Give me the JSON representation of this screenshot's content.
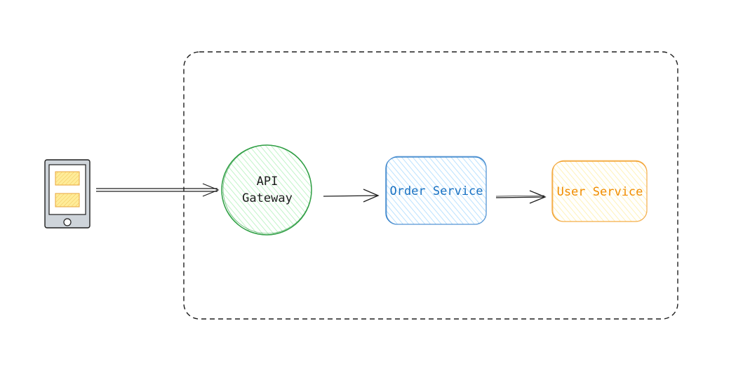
{
  "nodes": {
    "client": {
      "icon": "mobile-phone-icon"
    },
    "api_gateway": {
      "line1": "API",
      "line2": "Gateway",
      "color": "#2f9e44",
      "fill": "#b2f2bb"
    },
    "order_service": {
      "label": "Order Service",
      "color": "#1971c2",
      "fill": "#a5d8ff"
    },
    "user_service": {
      "label": "User Service",
      "color": "#f08c00",
      "fill": "#ffec99"
    }
  },
  "boundary": {
    "style": "dashed",
    "color": "#1e1e1e"
  },
  "edges": [
    {
      "from": "client",
      "to": "api_gateway"
    },
    {
      "from": "api_gateway",
      "to": "order_service"
    },
    {
      "from": "order_service",
      "to": "user_service"
    }
  ],
  "colors": {
    "stroke": "#1e1e1e",
    "phone_body": "#ced4da",
    "phone_screen": "#ffffff",
    "phone_panel": "#ffec99",
    "phone_panel_stroke": "#e8a33a"
  }
}
